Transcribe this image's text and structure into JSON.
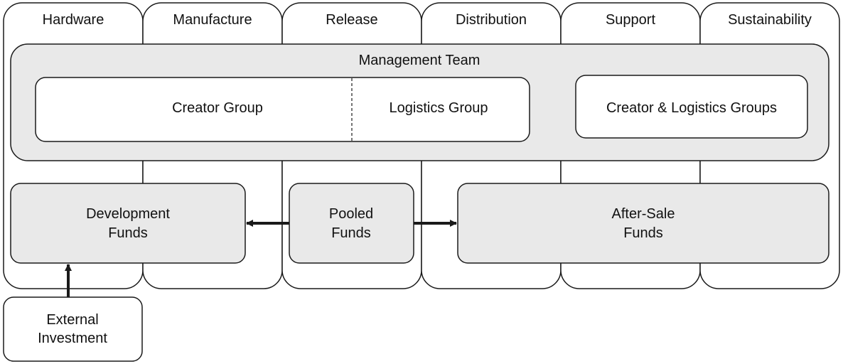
{
  "stages": [
    {
      "label": "Hardware"
    },
    {
      "label": "Manufacture"
    },
    {
      "label": "Release"
    },
    {
      "label": "Distribution"
    },
    {
      "label": "Support"
    },
    {
      "label": "Sustainability"
    }
  ],
  "management": {
    "title": "Management Team",
    "groups": {
      "creator": "Creator Group",
      "logistics": "Logistics Group",
      "combined": "Creator & Logistics Groups"
    }
  },
  "funds": {
    "development": {
      "line1": "Development",
      "line2": "Funds"
    },
    "pooled": {
      "line1": "Pooled",
      "line2": "Funds"
    },
    "after_sale": {
      "line1": "After-Sale",
      "line2": "Funds"
    }
  },
  "external": {
    "line1": "External",
    "line2": "Investment"
  },
  "colors": {
    "stroke": "#1a1a1a",
    "panel_fill": "#e9e9e9",
    "box_fill": "#ffffff",
    "text": "#111111"
  }
}
